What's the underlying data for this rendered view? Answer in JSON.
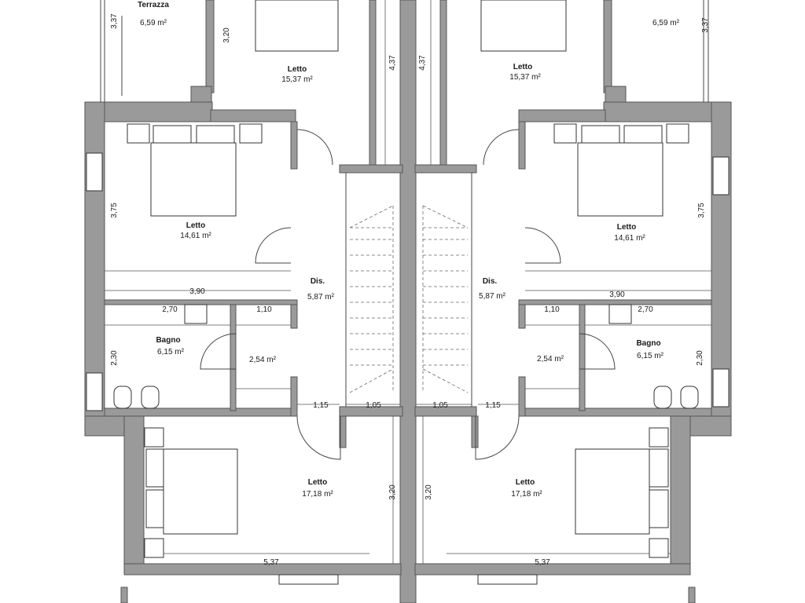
{
  "rooms": {
    "terrazza_left": {
      "name": "Terrazza",
      "area": "6,59 m²"
    },
    "terrazza_right": {
      "area": "6,59 m²"
    },
    "letto_top_left": {
      "name": "Letto",
      "area": "15,37 m²"
    },
    "letto_top_right": {
      "name": "Letto",
      "area": "15,37 m²"
    },
    "letto_mid_left": {
      "name": "Letto",
      "area": "14,61 m²"
    },
    "letto_mid_right": {
      "name": "Letto",
      "area": "14,61 m²"
    },
    "dis_left": {
      "name": "Dis.",
      "area": "5,87 m²"
    },
    "dis_right": {
      "name": "Dis.",
      "area": "5,87 m²"
    },
    "bagno_left": {
      "name": "Bagno",
      "area": "6,15 m²"
    },
    "bagno_right": {
      "name": "Bagno",
      "area": "6,15 m²"
    },
    "closet_left": {
      "area": "2,54 m²"
    },
    "closet_right": {
      "area": "2,54 m²"
    },
    "letto_bottom_left": {
      "name": "Letto",
      "area": "17,18 m²"
    },
    "letto_bottom_right": {
      "name": "Letto",
      "area": "17,18 m²"
    }
  },
  "dimensions": {
    "terrazza_left_h": "3,37",
    "terrazza_right_h": "3,37",
    "letto_top_left_side": "3,20",
    "corridor_left_h": "4,37",
    "corridor_right_h": "4,37",
    "letto_mid_left_h": "3,75",
    "letto_mid_right_h": "3,75",
    "letto_mid_left_w": "3,90",
    "letto_mid_right_w": "3,90",
    "bagno_left_w": "2,70",
    "bagno_right_w": "2,70",
    "closet_left_w": "1,10",
    "closet_right_w": "1,10",
    "bagno_left_h": "2,30",
    "bagno_right_h": "2,30",
    "door_left_w": "1,15",
    "stair_left_w": "1,05",
    "stair_right_w": "1,05",
    "door_right_w": "1,15",
    "letto_bottom_left_h": "3,20",
    "letto_bottom_right_h": "3,20",
    "letto_bottom_left_w": "5,37",
    "letto_bottom_right_w": "5,37"
  }
}
